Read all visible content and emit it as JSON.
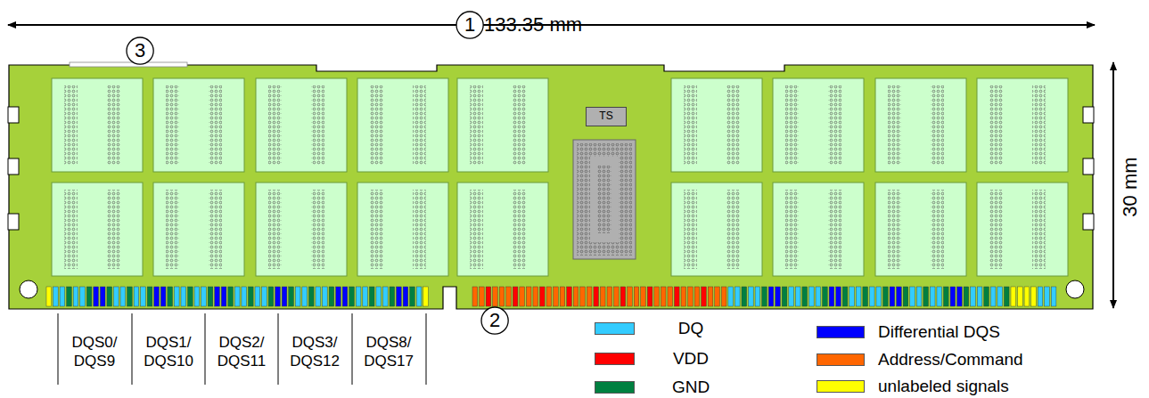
{
  "diagram": {
    "nodes": [
      {
        "text": [
          "1"
        ]
      },
      {
        "text": [
          "3"
        ]
      },
      {
        "text": [
          "TS"
        ]
      },
      {
        "text": [
          "2"
        ]
      }
    ],
    "edges": [],
    "labels": [
      "133.35 mm",
      "30 mm",
      "DQS0/ DQS9",
      "DQS1/ DQS10",
      "DQS2/ DQS11",
      "DQS3/ DQS12",
      "DQS8/ DQS17"
    ],
    "legend": [
      {
        "text": "DQ",
        "color": "#33ccff"
      },
      {
        "text": "VDD",
        "color": "#ff0000"
      },
      {
        "text": "GND",
        "color": "#008040"
      },
      {
        "text": "Differential DQS",
        "color": "#0000ff"
      },
      {
        "text": "Address/Command",
        "color": "#ff6600"
      },
      {
        "text": "unlabeled signals",
        "color": "#ffff00"
      }
    ]
  }
}
